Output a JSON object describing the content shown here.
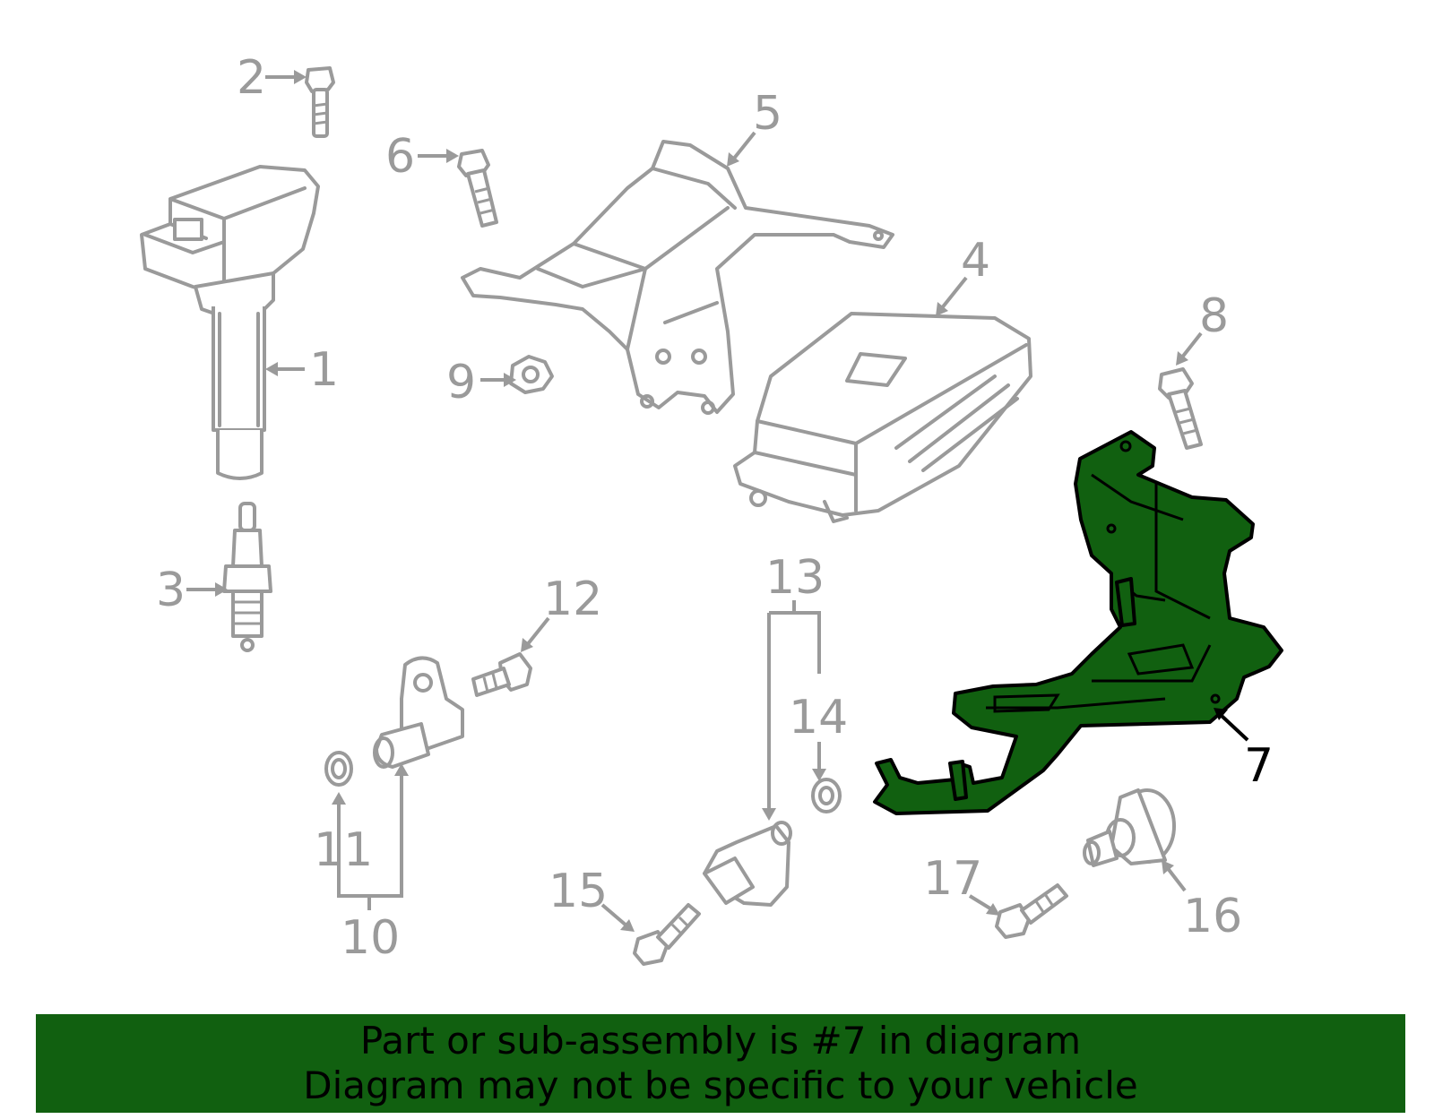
{
  "callouts": {
    "c1": "1",
    "c2": "2",
    "c3": "3",
    "c4": "4",
    "c5": "5",
    "c6": "6",
    "c7": "7",
    "c8": "8",
    "c9": "9",
    "c10": "10",
    "c11": "11",
    "c12": "12",
    "c13": "13",
    "c14": "14",
    "c15": "15",
    "c16": "16",
    "c17": "17"
  },
  "highlight": {
    "part": "7",
    "color": "#116010"
  },
  "banner": {
    "line1": "Part or sub-assembly is #7 in diagram",
    "line2": "Diagram may not be specific to your vehicle",
    "background": "#116010"
  },
  "colors": {
    "line_art": "#9a9a9a",
    "highlight_outline": "#000000"
  }
}
